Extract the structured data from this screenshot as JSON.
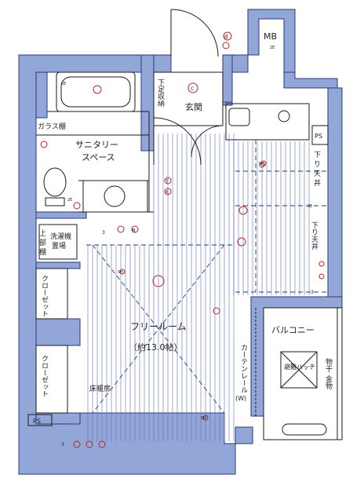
{
  "colors": {
    "wall": "#93a6d8",
    "wall_stroke": "#2a3a7a",
    "floor_line": "#5a6fbd",
    "dash": "#2a3a7a",
    "equip_red": "#b3262e",
    "fixture": "#1a1a1a"
  },
  "rooms": {
    "mb": "MB",
    "genkan": "玄関",
    "shita_shunou": "下足収納",
    "sanitary_1": "サニタリー",
    "sanitary_2": "スペース",
    "glass_shelf": "ガラス棚",
    "washer_1": "洗濯機",
    "washer_2": "置場",
    "jobu_1": "上",
    "jobu_2": "部",
    "jobu_3": "棚",
    "closet_1": "クローゼット",
    "closet_2": "クローゼット",
    "free_room": "フリールーム",
    "free_room_size": "（約13.0帖）",
    "floor_heating": "床暖房",
    "curtain_rail": "カーテンレール",
    "curtain_rail_w": "(W)",
    "balcony": "バルコニー",
    "hatch": "避難ハッチ",
    "laundry_1": "物干",
    "laundry_2": "金物",
    "sagari_1": "下",
    "sagari_1b": "り",
    "sagari_1c": "天",
    "sagari_1d": "井",
    "sagari_2": "下り天井",
    "ps_top": "PS",
    "ps_bottom": "PS"
  },
  "symbols": {
    "sh": "SH",
    "e2": "2E",
    "e3": "3",
    "r": "R",
    "c_small": "C",
    "t_mark": "T",
    "d_mark": "d"
  }
}
